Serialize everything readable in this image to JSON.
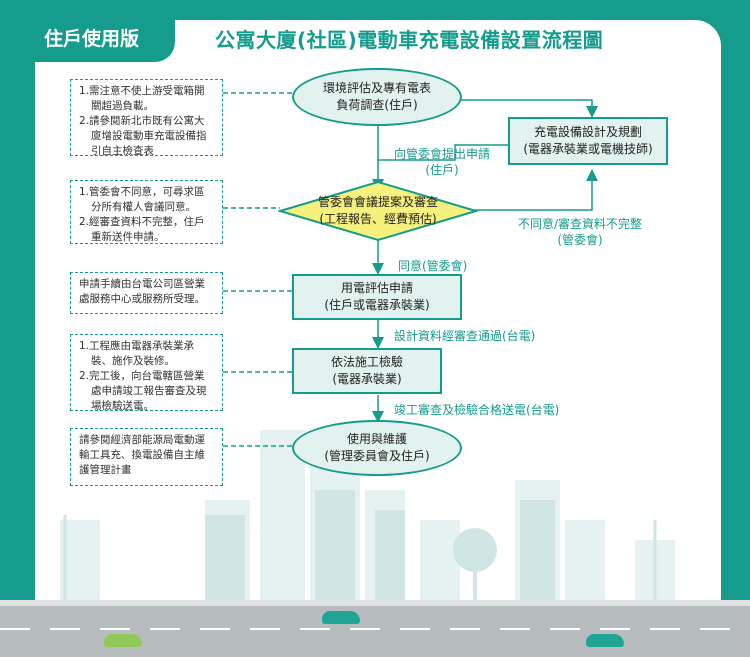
{
  "header": {
    "tab_label": "住戶使用版",
    "title": "公寓大廈(社區)電動車充電設備設置流程圖"
  },
  "notes": [
    {
      "lines": [
        "1.需注意不使上游受電箱開關超過負載。",
        "2.請參閱新北市既有公寓大廈增設電動車充電設備指引自主檢查表"
      ]
    },
    {
      "lines": [
        "1.管委會不同意，可尋求區分所有權人會議同意。",
        "2.經審查資料不完整，住戶重新送件申請。"
      ]
    },
    {
      "lines": [
        "申請手續由台電公司區營業處服務中心或服務所受理。"
      ]
    },
    {
      "lines": [
        "1.工程應由電器承裝業承裝、施作及裝修。",
        "2.完工後，向台電轄區營業處申請竣工報告審查及現場檢驗送電。"
      ]
    },
    {
      "lines": [
        "請參閱經濟部能源局電動運輸工具充、換電設備自主維護管理計畫"
      ]
    }
  ],
  "nodes": {
    "assess": [
      "環境評估及專有電表",
      "負荷調查(住戶)"
    ],
    "design": [
      "充電設備設計及規劃",
      "(電器承裝業或電機技師)"
    ],
    "review": [
      "管委會會議提案及審查",
      "(工程報告、經費預估)"
    ],
    "apply": [
      "用電評估申請",
      "(住戶或電器承裝業)"
    ],
    "construct": [
      "依法施工檢驗",
      "(電器承裝業)"
    ],
    "maintain": [
      "使用與維護",
      "(管理委員會及住戶)"
    ]
  },
  "edges": {
    "to_committee": [
      "向管委會提出申請",
      "(住戶)"
    ],
    "reject": [
      "不同意/審查資料不完整",
      "(管委會)"
    ],
    "agree": "同意(管委會)",
    "design_pass": "設計資料經審查通過(台電)",
    "complete": "竣工審查及檢驗合格送電(台電)"
  },
  "colors": {
    "brand": "#169c8c",
    "node_fill": "#e2f3ef",
    "diamond": "#f6f07c"
  }
}
